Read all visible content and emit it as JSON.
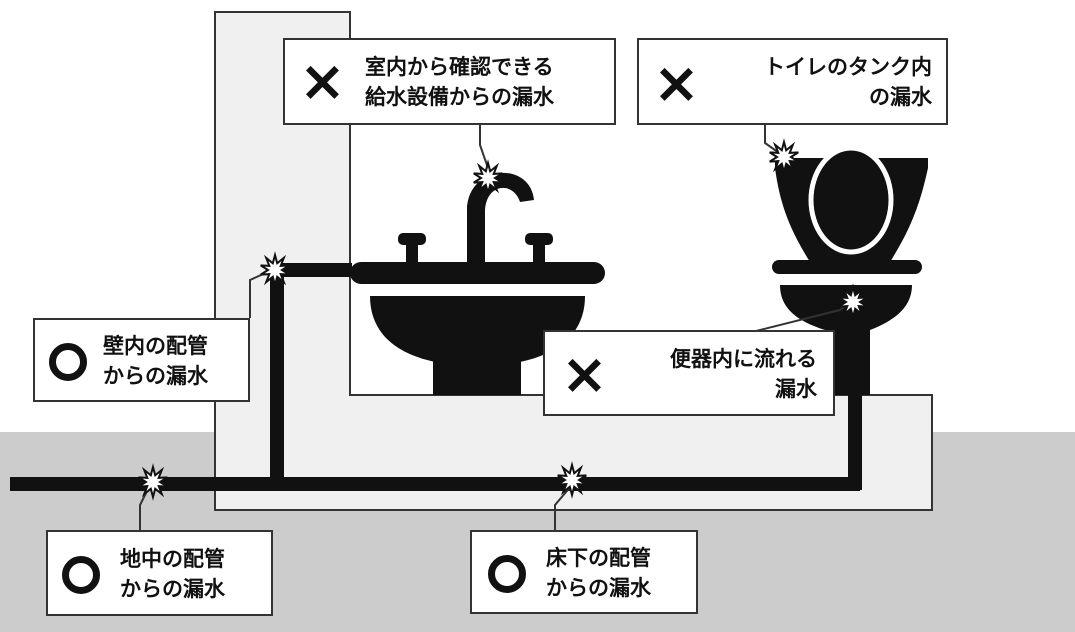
{
  "colors": {
    "ground": "#cccccc",
    "wall": "#f0f0f0",
    "outline": "#333333",
    "fixture": "#111111",
    "leak_star": "#ffffff"
  },
  "marks": {
    "covered": "○",
    "not_covered": "×"
  },
  "callouts": {
    "indoor_supply": {
      "mark": "not_covered",
      "lines": [
        "室内から確認できる",
        "給水設備からの漏水"
      ]
    },
    "toilet_tank": {
      "mark": "not_covered",
      "lines": [
        "トイレのタンク内",
        "の漏水"
      ]
    },
    "wall_pipe": {
      "mark": "covered",
      "lines": [
        "壁内の配管",
        "からの漏水"
      ]
    },
    "toilet_bowl": {
      "mark": "not_covered",
      "lines": [
        "便器内に流れる",
        "漏水"
      ]
    },
    "underground_pipe": {
      "mark": "covered",
      "lines": [
        "地中の配管",
        "からの漏水"
      ]
    },
    "underfloor_pipe": {
      "mark": "covered",
      "lines": [
        "床下の配管",
        "からの漏水"
      ]
    }
  }
}
